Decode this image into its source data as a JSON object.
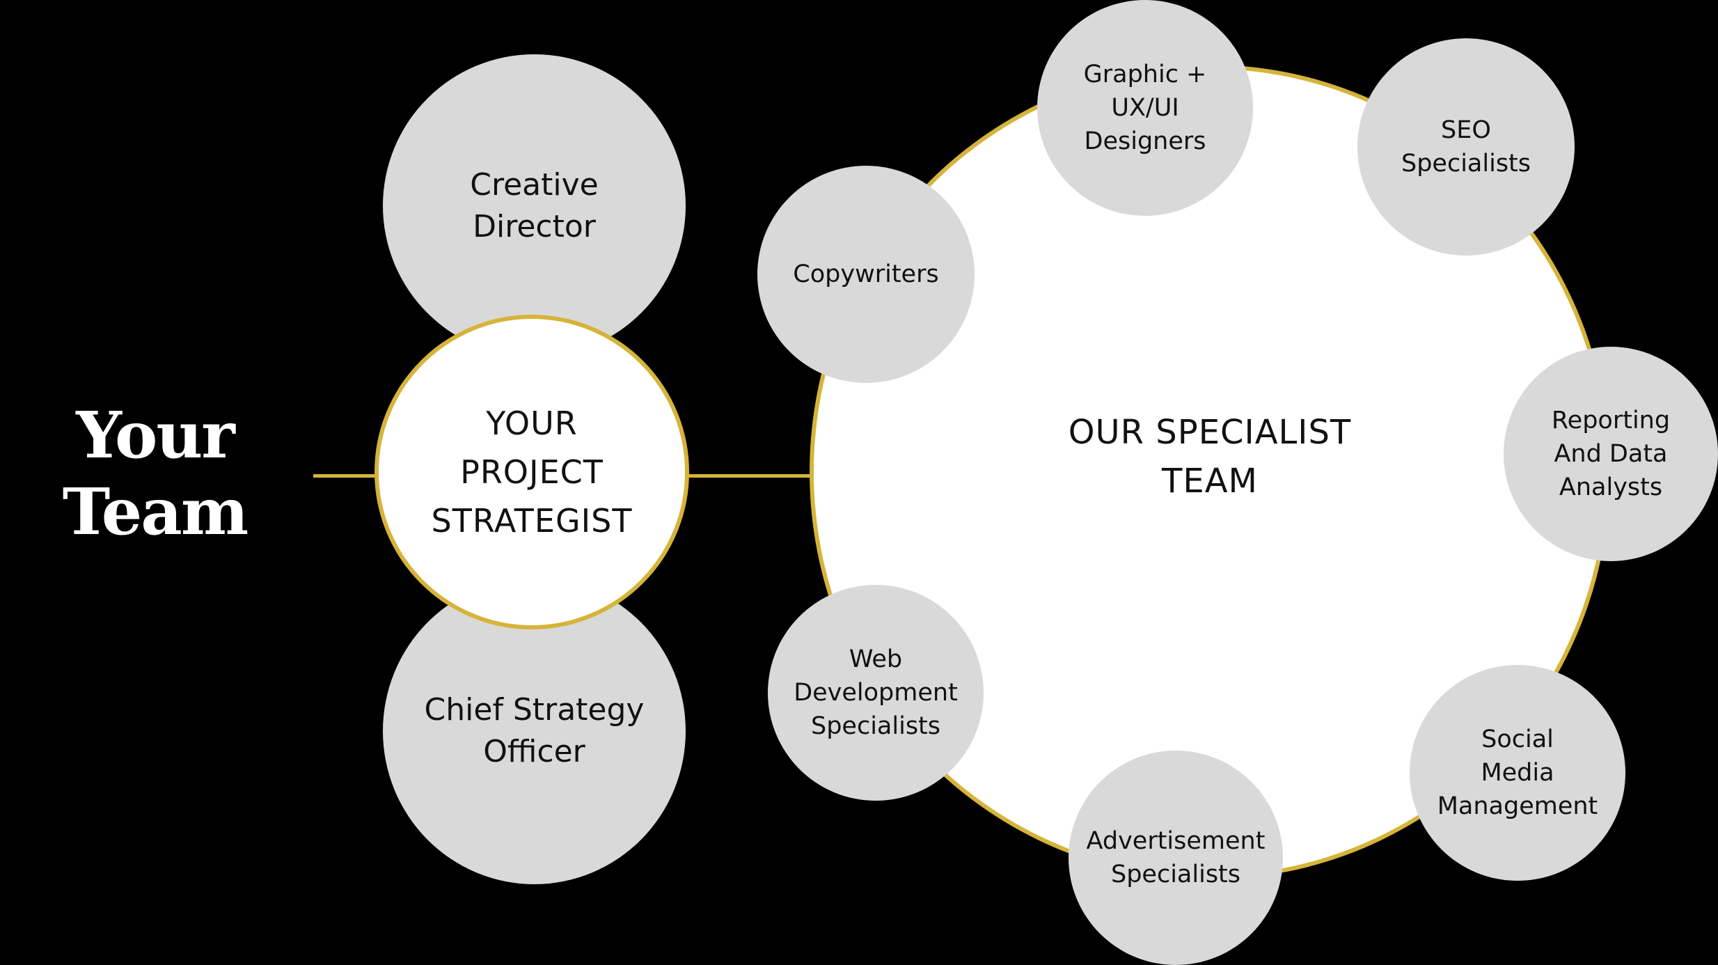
{
  "heading": "Your\nTeam",
  "colors": {
    "background": "#000000",
    "accent_gold": "#d6b43a",
    "role_grey": "#d9d9d9",
    "hub_white": "#ffffff",
    "text_dark": "#111111"
  },
  "leadership": {
    "creative_director": "Creative\nDirector",
    "project_strategist": "YOUR\nPROJECT\nSTRATEGIST",
    "chief_strategy_officer": "Chief Strategy\nOfficer"
  },
  "specialist_team": {
    "hub_label": "OUR SPECIALIST\nTEAM",
    "specialists": [
      "Graphic +\nUX/UI\nDesigners",
      "SEO\nSpecialists",
      "Copywriters",
      "Reporting\nAnd Data\nAnalysts",
      "Web\nDevelopment\nSpecialists",
      "Social\nMedia\nManagement",
      "Advertisement\nSpecialists"
    ]
  }
}
